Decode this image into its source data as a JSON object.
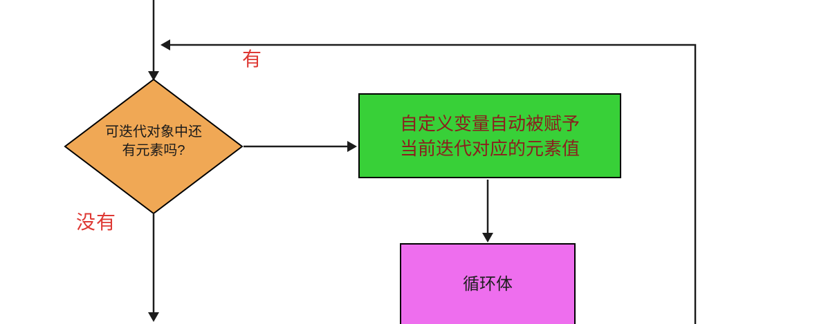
{
  "title": "for-loop iteration flowchart",
  "colors": {
    "diamond_fill": "#f0a855",
    "process_fill": "#38d038",
    "loop_body_fill": "#ee6eee",
    "border": "#000000",
    "line": "#1c1c1c",
    "label_red": "#de3833",
    "decision_text": "#1a1a1a",
    "process_text": "#8b1e1e",
    "loop_body_text": "#1f1f1f"
  },
  "nodes": {
    "decision": {
      "type": "decision",
      "shape": "diamond",
      "text": "可迭代对象中还\n有元素吗?"
    },
    "assign": {
      "type": "process",
      "shape": "rectangle",
      "text": "自定义变量自动被赋予\n当前迭代对应的元素值"
    },
    "loop_body": {
      "type": "process",
      "shape": "rectangle",
      "text": "循环体"
    }
  },
  "labels": {
    "yes": "有",
    "no": "没有"
  },
  "edges": [
    {
      "from": "start",
      "to": "decision",
      "label": ""
    },
    {
      "from": "decision",
      "to": "assign",
      "label": ""
    },
    {
      "from": "assign",
      "to": "loop_body",
      "label": ""
    },
    {
      "from": "loop_body",
      "to": "decision",
      "label": "有"
    },
    {
      "from": "decision",
      "to": "end",
      "label": "没有"
    }
  ]
}
